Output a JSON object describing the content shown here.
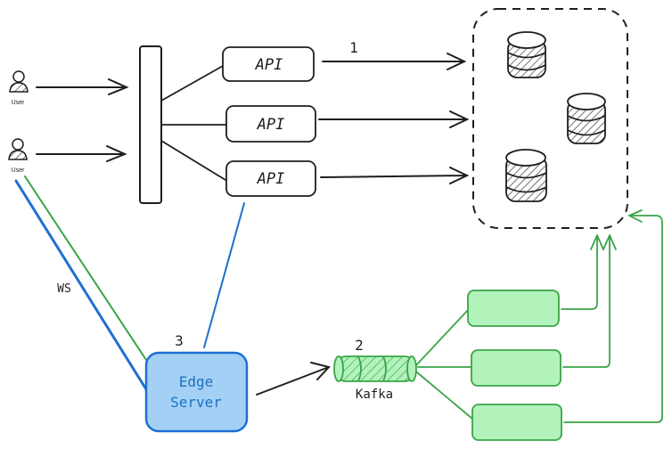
{
  "users": [
    {
      "label": "User"
    },
    {
      "label": "User"
    }
  ],
  "api_boxes": [
    {
      "label": "API"
    },
    {
      "label": "API"
    },
    {
      "label": "API"
    }
  ],
  "step_labels": {
    "one": "1",
    "two": "2",
    "three": "3"
  },
  "ws_label": "WS",
  "kafka_label": "Kafka",
  "edge_server": {
    "line1": "Edge",
    "line2": "Server"
  },
  "colors": {
    "ink": "#1e1e1e",
    "blue": "#1f6fd1",
    "green": "#3aa447",
    "edge_fill": "#a5d0f5",
    "edge_text": "#1971c2",
    "worker_fill": "#b2f2bb",
    "kafka_fill": "#b2f2bb",
    "db_hatch": "#555555"
  }
}
